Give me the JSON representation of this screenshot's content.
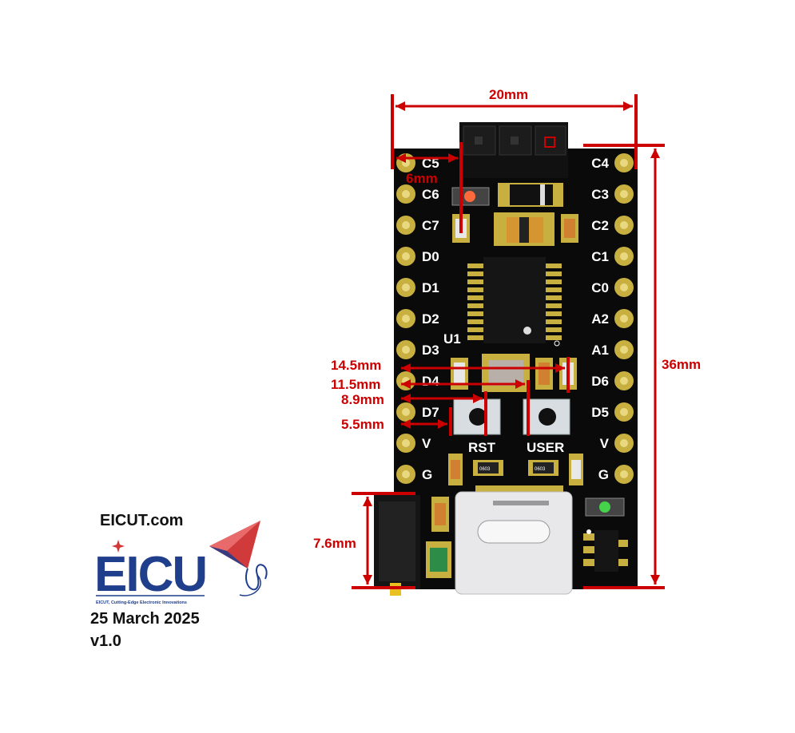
{
  "dimensions": {
    "width": "20mm",
    "height": "36mm",
    "header_offset": "6mm",
    "d1": "14.5mm",
    "d2": "11.5mm",
    "d3": "8.9mm",
    "d4": "5.5mm",
    "switch": "7.6mm"
  },
  "pins": {
    "left": [
      "C5",
      "C6",
      "C7",
      "D0",
      "D1",
      "D2",
      "D3",
      "D4",
      "D7",
      "V",
      "G"
    ],
    "right": [
      "C4",
      "C3",
      "C2",
      "C1",
      "C0",
      "A2",
      "A1",
      "D6",
      "D5",
      "V",
      "G"
    ]
  },
  "silkscreen": {
    "chip": "U1",
    "btn_rst": "RST",
    "btn_user": "USER",
    "smd_code": "0603"
  },
  "info": {
    "site": "EICUT.com",
    "logo_text": "EICU",
    "logo_tagline": "EICUT, Cutting-Edge Electronic Innovations",
    "date": "25 March 2025",
    "version": "v1.0"
  },
  "colors": {
    "dimension": "#cc0000",
    "board": "#0a0a0a",
    "pad": "#c8b040",
    "logo_blue": "#1f3e8c",
    "logo_red": "#d03a3a"
  }
}
